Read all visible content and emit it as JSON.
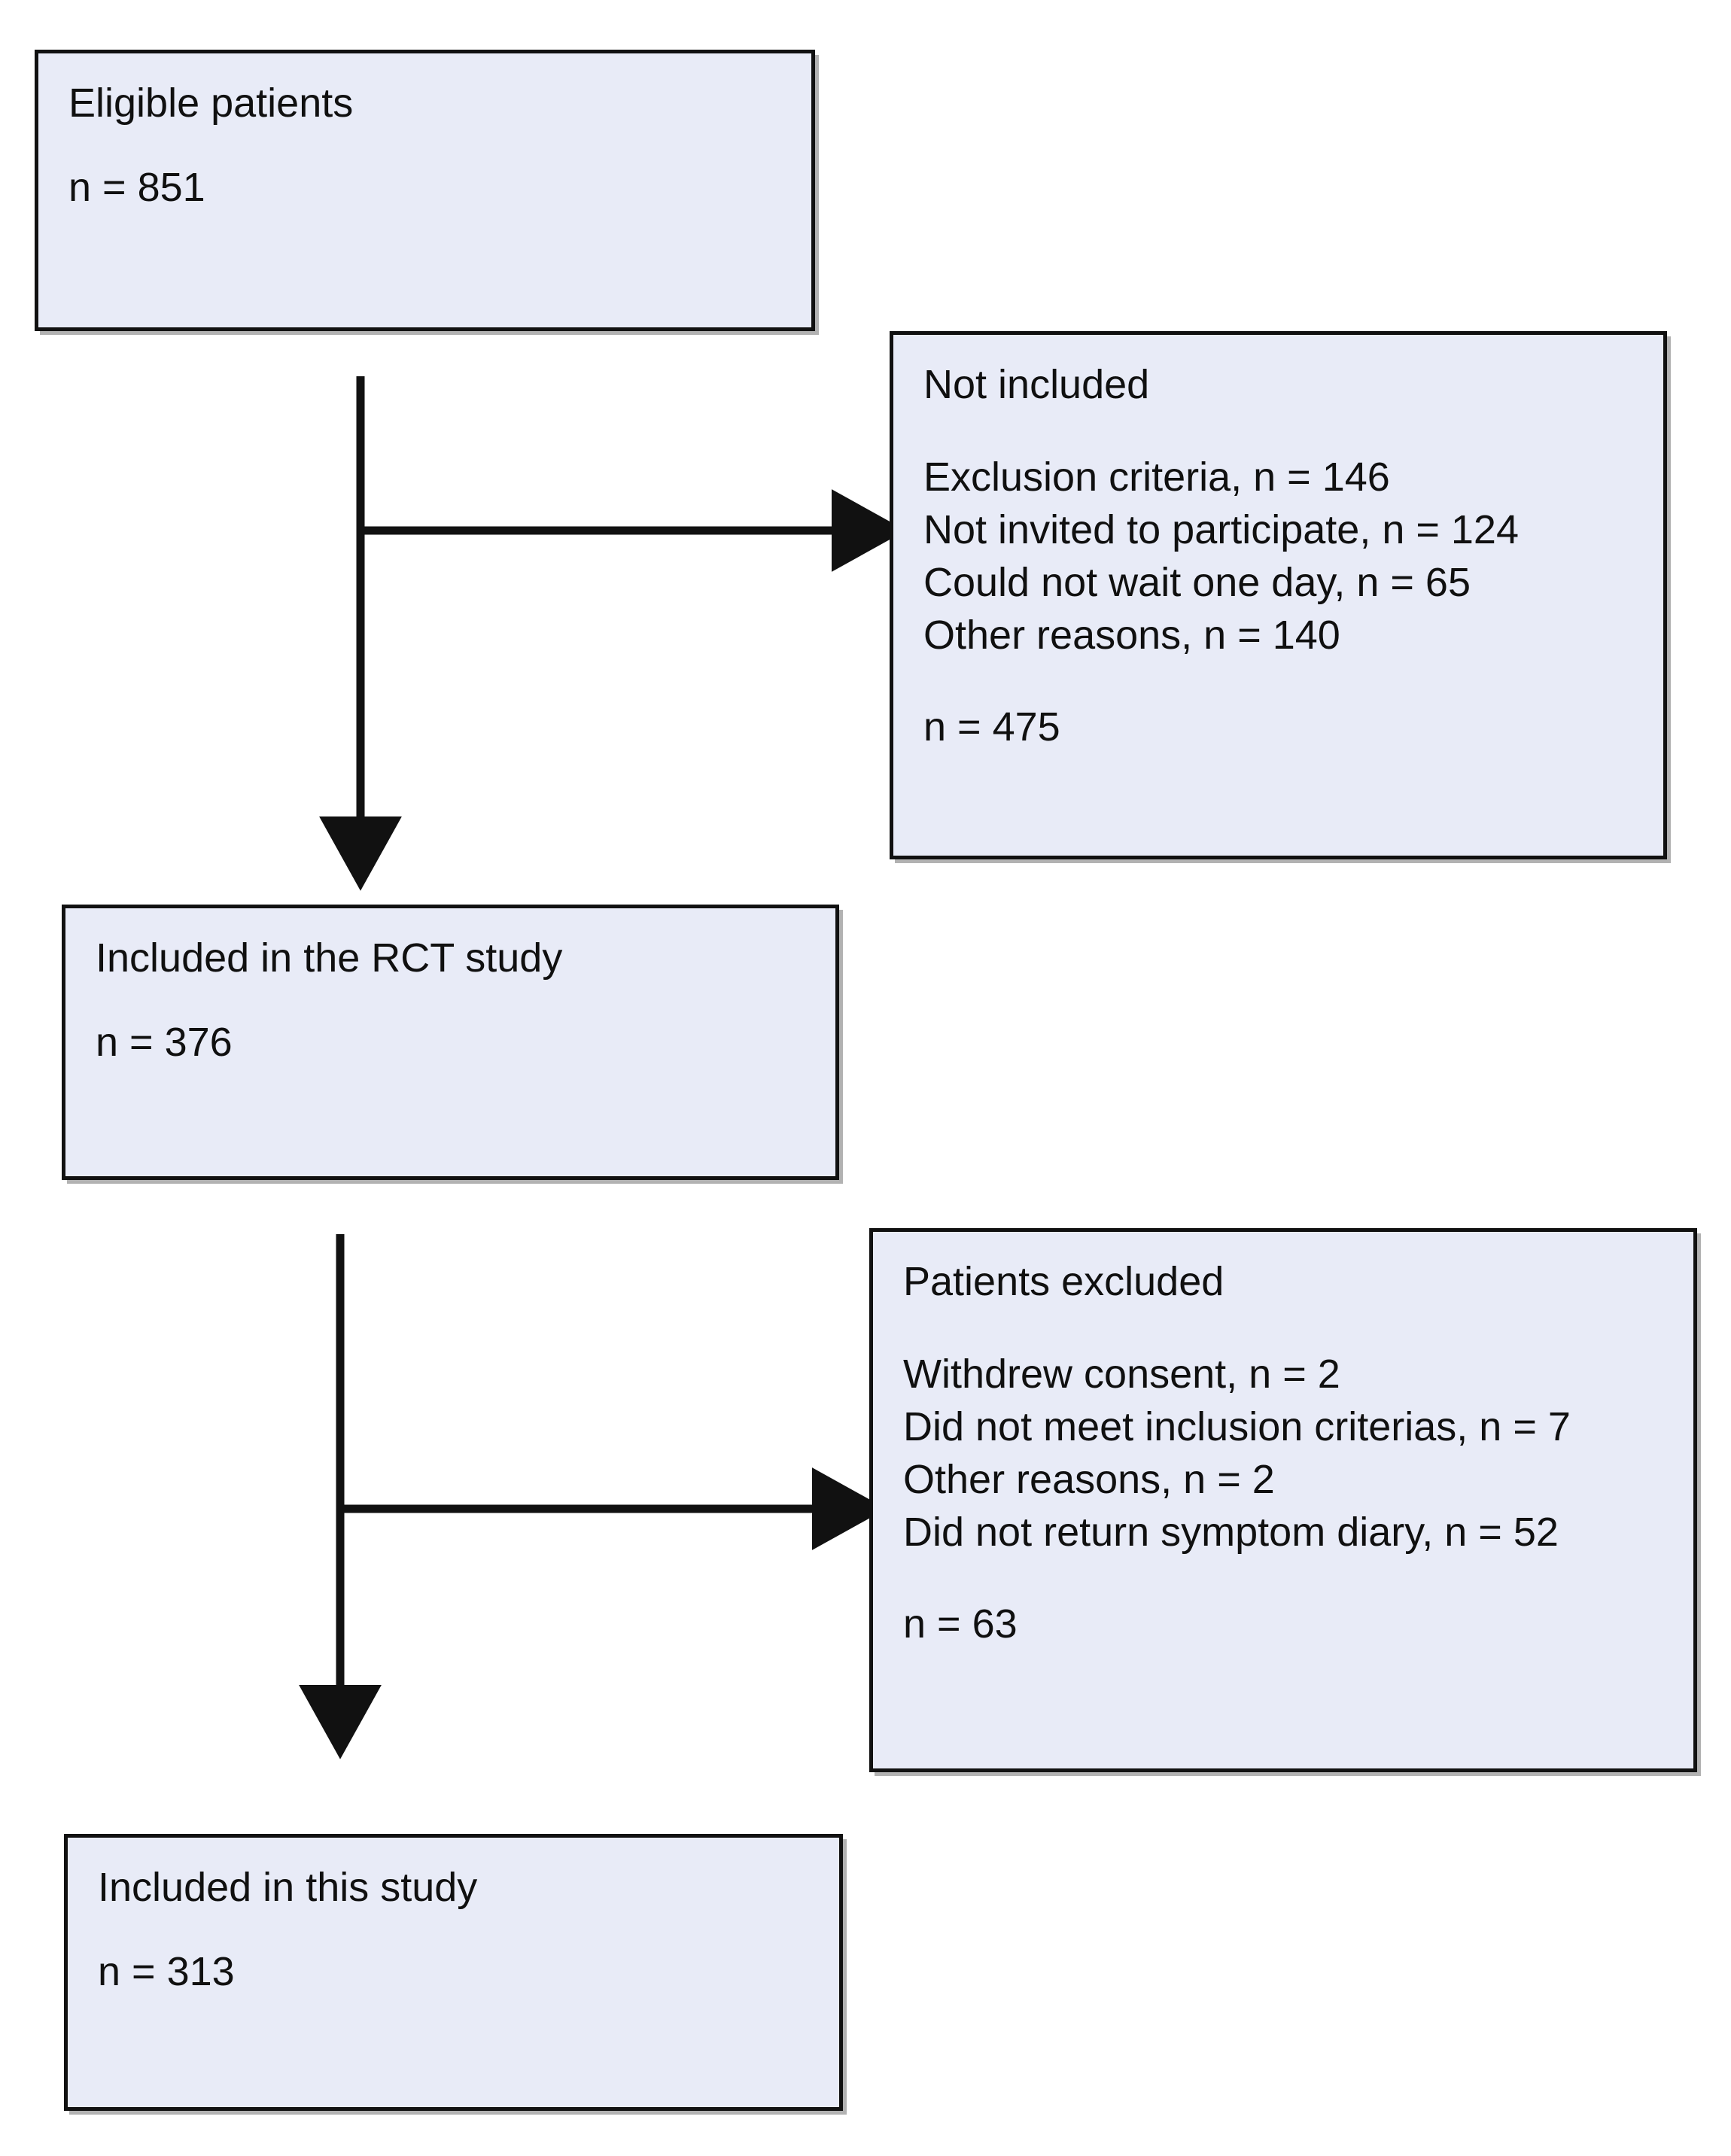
{
  "diagram": {
    "type": "study-flow-diagram",
    "accent_fill": "#e8ebf7",
    "border_color": "#111111"
  },
  "nodes": {
    "eligible": {
      "title": "Eligible patients",
      "count": "n = 851"
    },
    "not_included": {
      "title": "Not included",
      "reasons": [
        "Exclusion criteria, n = 146",
        "Not invited to participate, n = 124",
        "Could not wait one day, n = 65",
        "Other reasons, n = 140"
      ],
      "count": "n = 475"
    },
    "included_rct": {
      "title": "Included in the RCT study",
      "count": "n = 376"
    },
    "patients_excluded": {
      "title": "Patients excluded",
      "reasons": [
        "Withdrew consent, n = 2",
        "Did not meet inclusion criterias, n = 7",
        "Other reasons, n = 2",
        "Did not return symptom diary, n = 52"
      ],
      "count": "n = 63"
    },
    "included_this_study": {
      "title": "Included in this study",
      "count": "n = 313"
    }
  },
  "connectors": [
    {
      "name": "eligible-to-rct",
      "kind": "arrow-down"
    },
    {
      "name": "eligible-to-not-included",
      "kind": "arrow-right"
    },
    {
      "name": "rct-to-this-study",
      "kind": "arrow-down"
    },
    {
      "name": "rct-to-patients-excluded",
      "kind": "arrow-right"
    }
  ]
}
